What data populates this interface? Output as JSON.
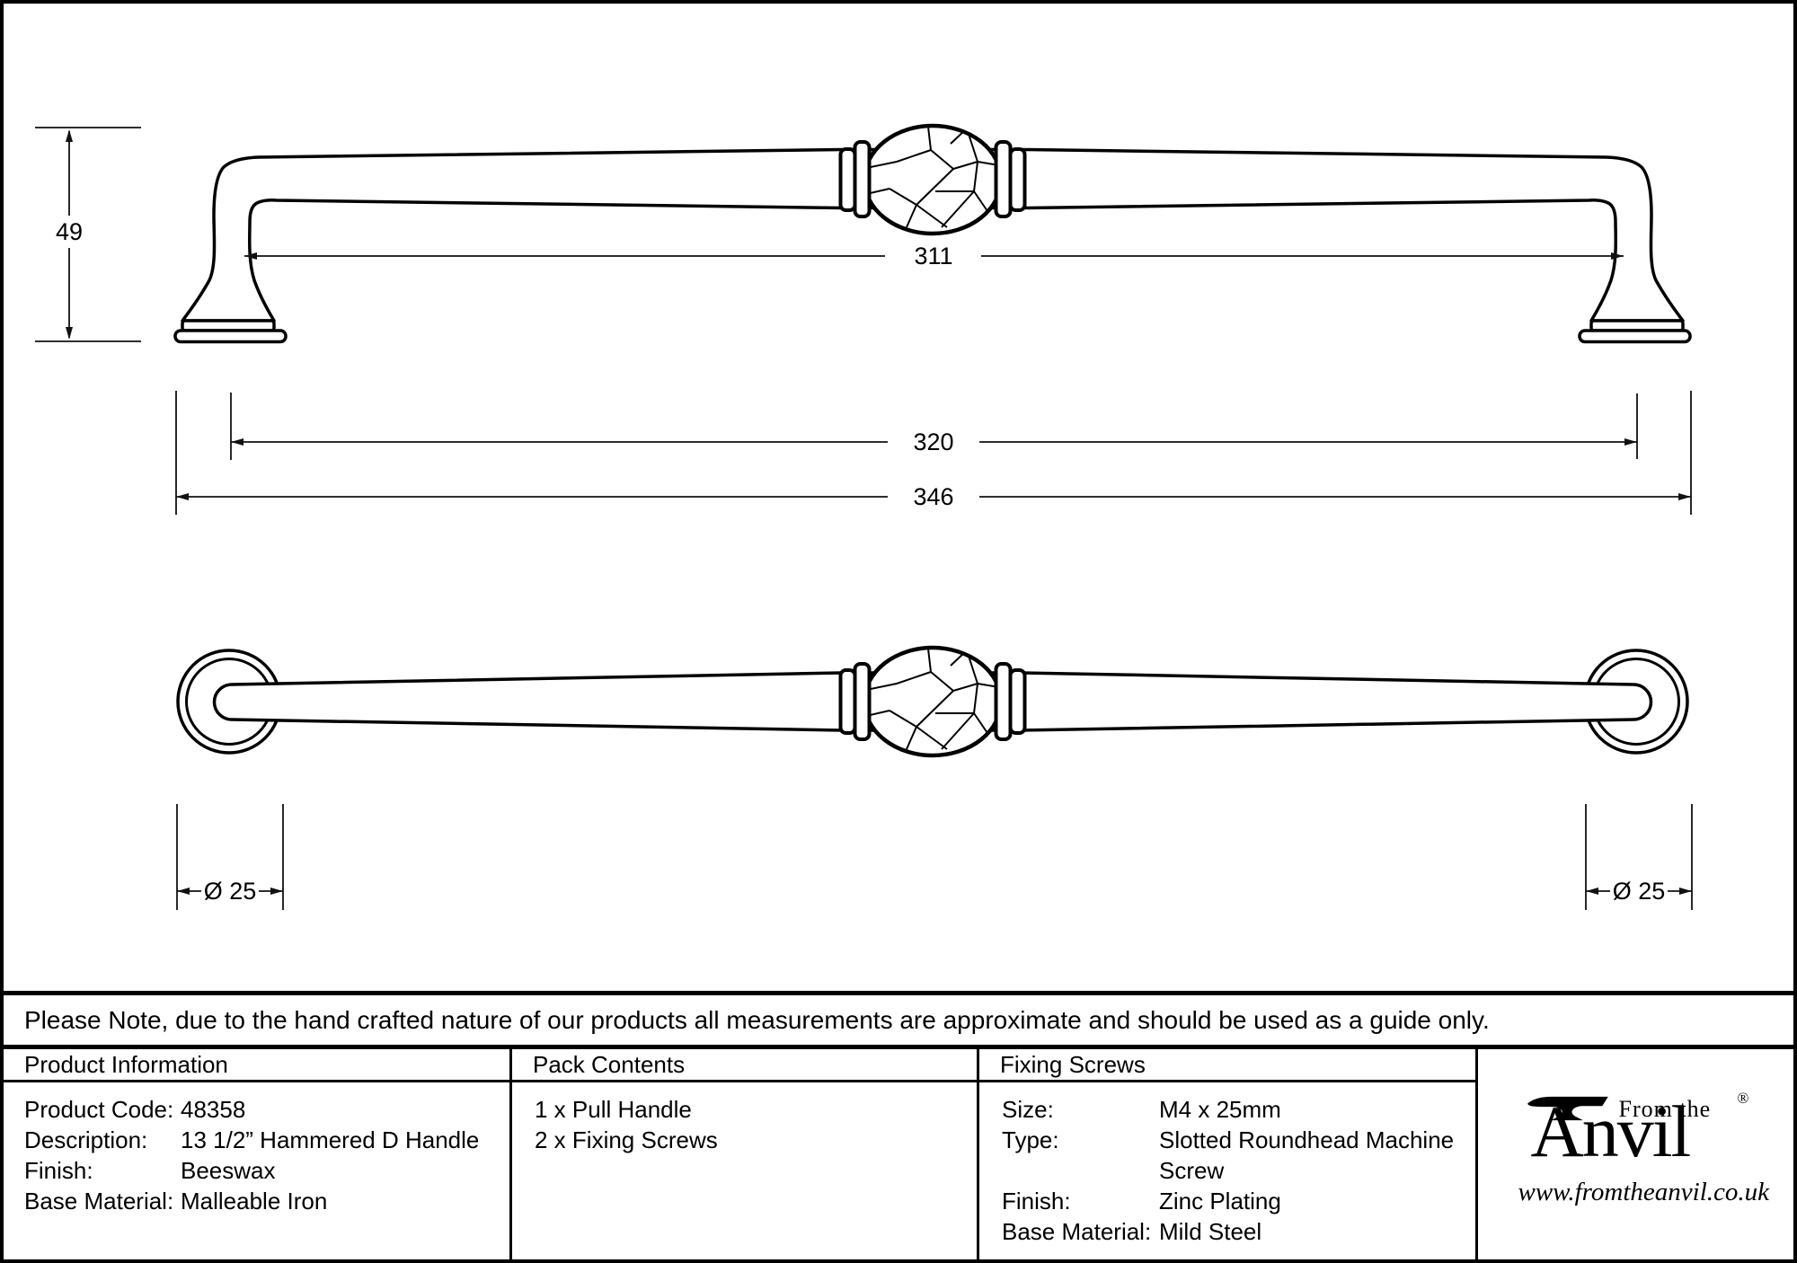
{
  "drawing": {
    "front_view": {
      "height": "49",
      "inner_width": "311",
      "hole_centres": "320",
      "overall": "346"
    },
    "plan_view": {
      "left_dia": "Ø 25",
      "right_dia": "Ø 25"
    }
  },
  "note": "Please Note, due to the hand crafted nature of our products all measurements are approximate and should be used as a guide only.",
  "table": {
    "product_info": {
      "header": "Product Information",
      "rows": [
        {
          "label": "Product Code:",
          "value": "48358"
        },
        {
          "label": "Description:",
          "value": "13 1/2” Hammered D Handle"
        },
        {
          "label": "Finish:",
          "value": "Beeswax"
        },
        {
          "label": "Base Material:",
          "value": "Malleable Iron"
        }
      ]
    },
    "pack_contents": {
      "header": "Pack Contents",
      "items": [
        "1 x Pull Handle",
        "2 x Fixing Screws"
      ]
    },
    "fixing_screws": {
      "header": "Fixing Screws",
      "rows": [
        {
          "label": "Size:",
          "value": "M4 x 25mm"
        },
        {
          "label": "Type:",
          "value": "Slotted Roundhead Machine"
        },
        {
          "label": "",
          "value": "Screw"
        },
        {
          "label": "Finish:",
          "value": "Zinc Plating"
        },
        {
          "label": "Base Material:",
          "value": "Mild Steel"
        }
      ]
    }
  },
  "logo": {
    "tagline": "From the",
    "brand": "Anvil",
    "registered": "®",
    "url": "www.fromtheanvil.co.uk"
  }
}
